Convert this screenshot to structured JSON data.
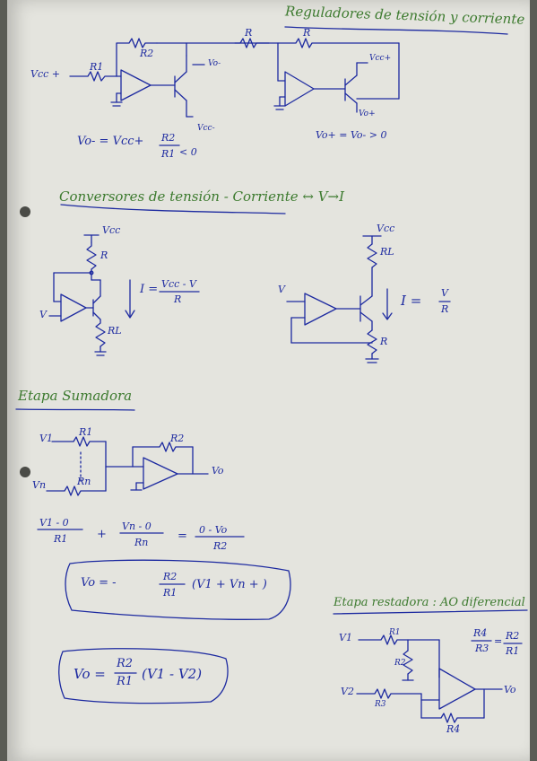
{
  "section1": {
    "title": "Reguladores de tensión y corriente",
    "left": {
      "input": "Vcc +",
      "r1": "R1",
      "r2": "R2",
      "vminus": "Vo-",
      "vccminus": "Vcc-",
      "eq_lhs": "Vo- = Vcc+",
      "eq_num": "R2",
      "eq_den": "R1",
      "eq_rhs": "< 0"
    },
    "right": {
      "r_top1": "R",
      "r_top2": "R",
      "vccplus": "Vcc+",
      "voplus": "Vo+",
      "eq": "Vo+ = Vo- > 0"
    }
  },
  "section2": {
    "title": "Conversores de tensión - Corriente  ↔ V→I",
    "left": {
      "vcc": "Vcc",
      "r": "R",
      "v": "V",
      "rl": "RL",
      "eq_lhs": "I =",
      "eq_num": "Vcc - V",
      "eq_den": "R"
    },
    "right": {
      "vcc": "Vcc",
      "rl": "RL",
      "v": "V",
      "r": "R",
      "eq_lhs": "I =",
      "eq_num": "V",
      "eq_den": "R"
    }
  },
  "section3": {
    "title": "Etapa Sumadora",
    "v1": "V1",
    "vn": "Vn",
    "r1": "R1",
    "rn": "Rn",
    "r2": "R2",
    "vo": "Vo",
    "eq1_t1_num": "V1 - 0",
    "eq1_t1_den": "R1",
    "eq1_plus": "+",
    "eq1_t2_num": "Vn - 0",
    "eq1_t2_den": "Rn",
    "eq1_eq": "=",
    "eq1_t3_num": "0 - Vo",
    "eq1_t3_den": "R2",
    "eq2_lhs": "Vo  =  -",
    "eq2_num": "R2",
    "eq2_den": "R1",
    "eq2_rhs": "(V1 + Vn + )",
    "eq3_lhs": "Vo =",
    "eq3_num": "R2",
    "eq3_den": "R1",
    "eq3_rhs": "(V1 - V2)"
  },
  "section4": {
    "title": "Etapa restadora : AO diferencial",
    "cond_num1": "R4",
    "cond_den1": "R3",
    "cond_num2": "R2",
    "cond_den2": "R1",
    "cond_eq": "=",
    "v1": "V1",
    "v2": "V2",
    "r1": "R1",
    "r2": "R2",
    "r3": "R3",
    "r4": "R4",
    "vo": "Vo"
  }
}
